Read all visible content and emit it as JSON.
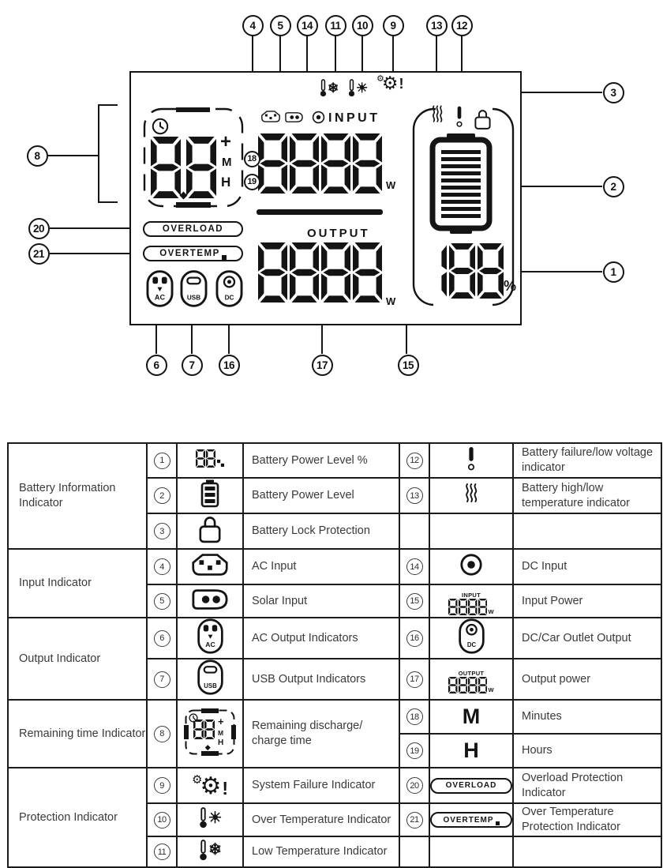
{
  "lcd": {
    "input_label": "INPUT",
    "output_label": "OUTPUT",
    "overload_label": "OVERLOAD",
    "overtemp_label": "OVERTEMP",
    "watt_label": "W",
    "percent_label": "%",
    "plus_label": "+",
    "minutes_label": "M",
    "hours_label": "H",
    "ac_label": "AC",
    "usb_label": "USB",
    "dc_label": "DC",
    "time_digits": "88",
    "input_power_digits": "8888",
    "output_power_digits": "8888",
    "battery_level_digits": "188"
  },
  "callouts": {
    "c1": "1",
    "c2": "2",
    "c3": "3",
    "c4": "4",
    "c5": "5",
    "c6": "6",
    "c7": "7",
    "c8": "8",
    "c9": "9",
    "c10": "10",
    "c11": "11",
    "c12": "12",
    "c13": "13",
    "c14": "14",
    "c15": "15",
    "c16": "16",
    "c17": "17",
    "c18": "18",
    "c19": "19",
    "c20": "20",
    "c21": "21"
  },
  "table": {
    "categories": [
      {
        "label": "Battery Information Indicator"
      },
      {
        "label": "Input Indicator"
      },
      {
        "label": "Output Indicator"
      },
      {
        "label": "Remaining time Indicator"
      },
      {
        "label": "Protection Indicator"
      }
    ],
    "rows": [
      {
        "ln": "1",
        "li": "battery-percent-icon",
        "ld": "Battery Power Level %",
        "rn": "12",
        "ri": "battery-failure-icon",
        "rd": "Battery failure/low voltage indicator"
      },
      {
        "ln": "2",
        "li": "battery-level-icon",
        "ld": "Battery Power Level",
        "rn": "13",
        "ri": "battery-temperature-icon",
        "rd": "Battery high/low temperature indicator"
      },
      {
        "ln": "3",
        "li": "lock-icon",
        "ld": "Battery Lock Protection",
        "rn": "",
        "ri": "",
        "rd": ""
      },
      {
        "ln": "4",
        "li": "ac-input-icon",
        "ld": "AC Input",
        "rn": "14",
        "ri": "dc-input-icon",
        "rd": "DC Input"
      },
      {
        "ln": "5",
        "li": "solar-input-icon",
        "ld": "Solar Input",
        "rn": "15",
        "ri": "input-power-icon",
        "rd": "Input Power"
      },
      {
        "ln": "6",
        "li": "ac-output-icon",
        "ld": "AC Output Indicators",
        "rn": "16",
        "ri": "dc-output-icon",
        "rd": "DC/Car Outlet Output"
      },
      {
        "ln": "7",
        "li": "usb-output-icon",
        "ld": "USB Output Indicators",
        "rn": "17",
        "ri": "output-power-icon",
        "rd": "Output power"
      },
      {
        "ln": "8",
        "li": "remaining-time-icon",
        "ld": "Remaining discharge/ charge time",
        "rn": "18",
        "rlabel": "M",
        "rd": "Minutes",
        "rn2": "19",
        "rlabel2": "H",
        "rd2": "Hours"
      },
      {
        "ln": "9",
        "li": "system-failure-icon",
        "ld": "System Failure Indicator",
        "rn": "20",
        "ri": "overload-icon",
        "rd": "Overload Protection Indicator"
      },
      {
        "ln": "10",
        "li": "over-temperature-icon",
        "ld": "Over Temperature Indicator",
        "rn": "21",
        "ri": "overtemp-icon",
        "rd": "Over Temperature Protection Indicator"
      },
      {
        "ln": "11",
        "li": "low-temperature-icon",
        "ld": "Low Temperature Indicator",
        "rn": "",
        "ri": "",
        "rd": ""
      }
    ]
  }
}
